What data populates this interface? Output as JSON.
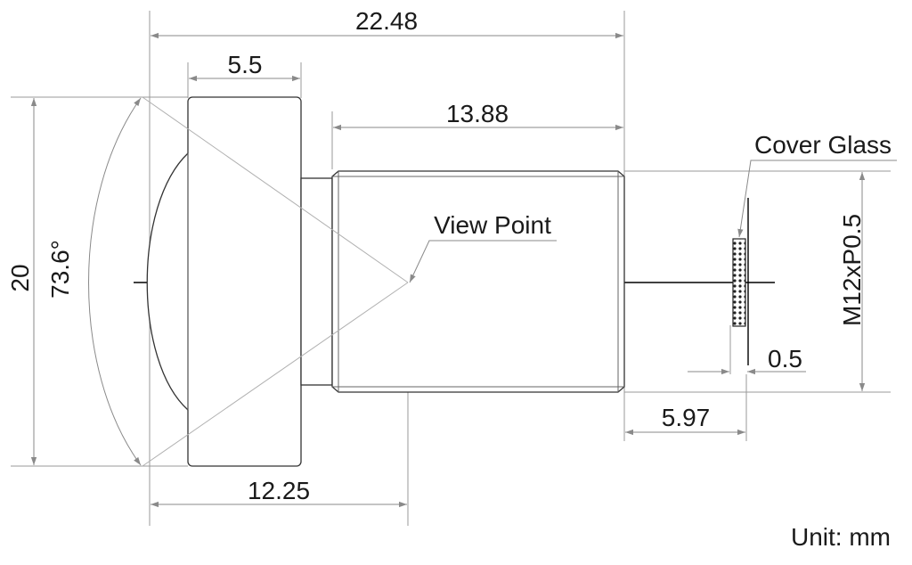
{
  "dimensions": {
    "overall_length": "22.48",
    "flange_width": "5.5",
    "thread_length": "13.88",
    "view_point_distance": "12.25",
    "back_focal": "5.97",
    "glass_thickness": "0.5",
    "height": "20",
    "fov_angle": "73.6°",
    "thread_spec": "M12xP0.5"
  },
  "labels": {
    "view_point": "View Point",
    "cover_glass": "Cover Glass",
    "unit": "Unit: mm"
  }
}
